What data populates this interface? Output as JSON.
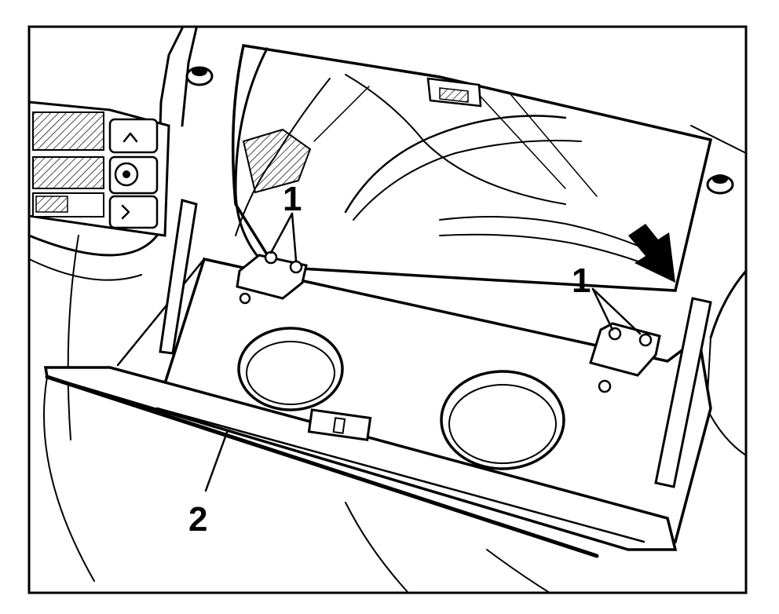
{
  "figure": {
    "description_visible": false,
    "callouts": [
      {
        "id": "fastener-left",
        "label": "1"
      },
      {
        "id": "fastener-right",
        "label": "1"
      },
      {
        "id": "glovebox-lid",
        "label": "2"
      }
    ],
    "colors": {
      "ink": "#000000",
      "paper": "#ffffff",
      "hatch": "#000000"
    }
  }
}
